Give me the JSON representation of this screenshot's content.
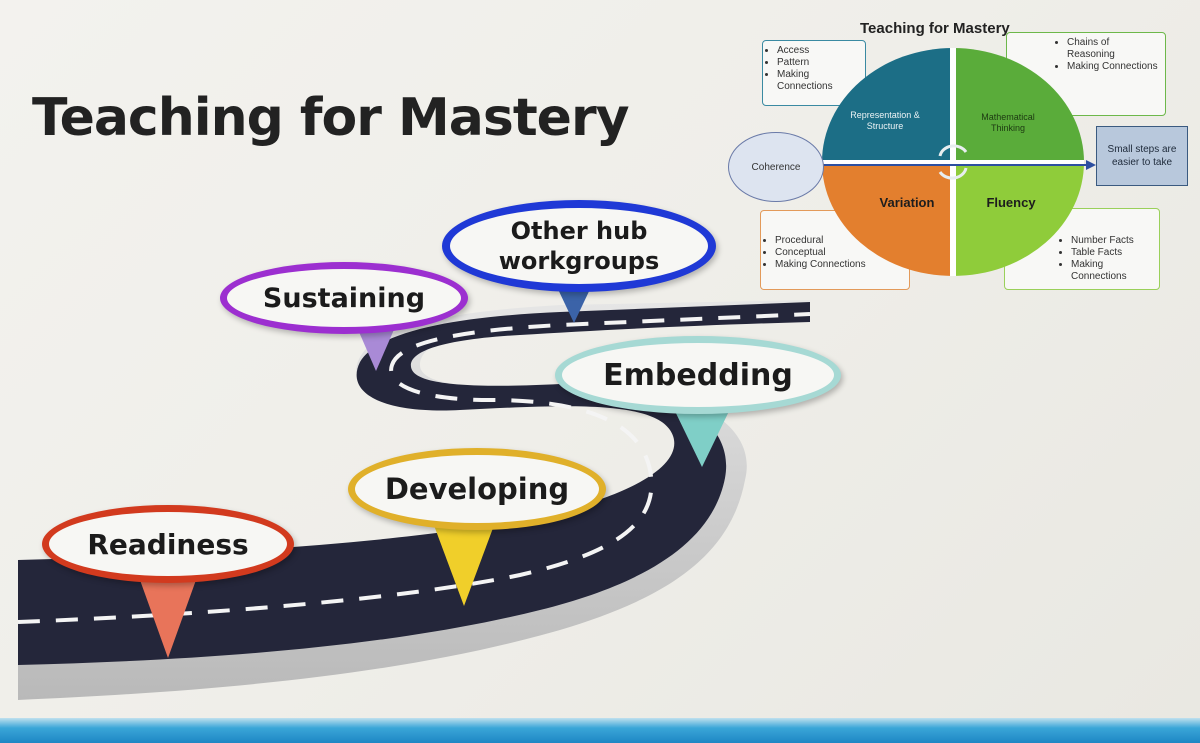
{
  "slide": {
    "title": "Teaching for Mastery"
  },
  "roadmap": {
    "stages": [
      {
        "label": "Readiness",
        "color": "#d23a1e",
        "pin_color": "#e8745a"
      },
      {
        "label": "Developing",
        "color": "#e0b02a",
        "pin_color": "#f0cf2a"
      },
      {
        "label": "Embedding",
        "color": "#a6d9d4",
        "pin_color": "#7fcfc7"
      },
      {
        "label": "Sustaining",
        "color": "#9c2fd0",
        "pin_color": "#a98ad6"
      },
      {
        "label": "Other hub workgroups",
        "color": "#1f39d6",
        "pin_color": "#3b63a8"
      }
    ]
  },
  "mastery_wheel": {
    "title": "Teaching for Mastery",
    "quadrants": [
      {
        "label": "Representation & Structure",
        "color": "#1c6e86"
      },
      {
        "label": "Mathematical Thinking",
        "color": "#5aac3a"
      },
      {
        "label": "Variation",
        "color": "#e37f2e"
      },
      {
        "label": "Fluency",
        "color": "#8fcc3a"
      }
    ],
    "coherence": "Coherence",
    "small_steps": "Small steps are easier to take",
    "boxes": {
      "top_left": [
        "Access",
        "Pattern",
        "Making Connections"
      ],
      "top_right": [
        "Chains of Reasoning",
        "Making Connections"
      ],
      "bottom_left": [
        "Procedural",
        "Conceptual",
        "Making Connections"
      ],
      "bottom_right": [
        "Number Facts",
        "Table Facts",
        "Making Connections"
      ]
    }
  },
  "theme": {
    "road": "#24263a",
    "road_edge": "#d9d9d9",
    "dash": "#f4f4f4",
    "band": "#1e86c4"
  }
}
